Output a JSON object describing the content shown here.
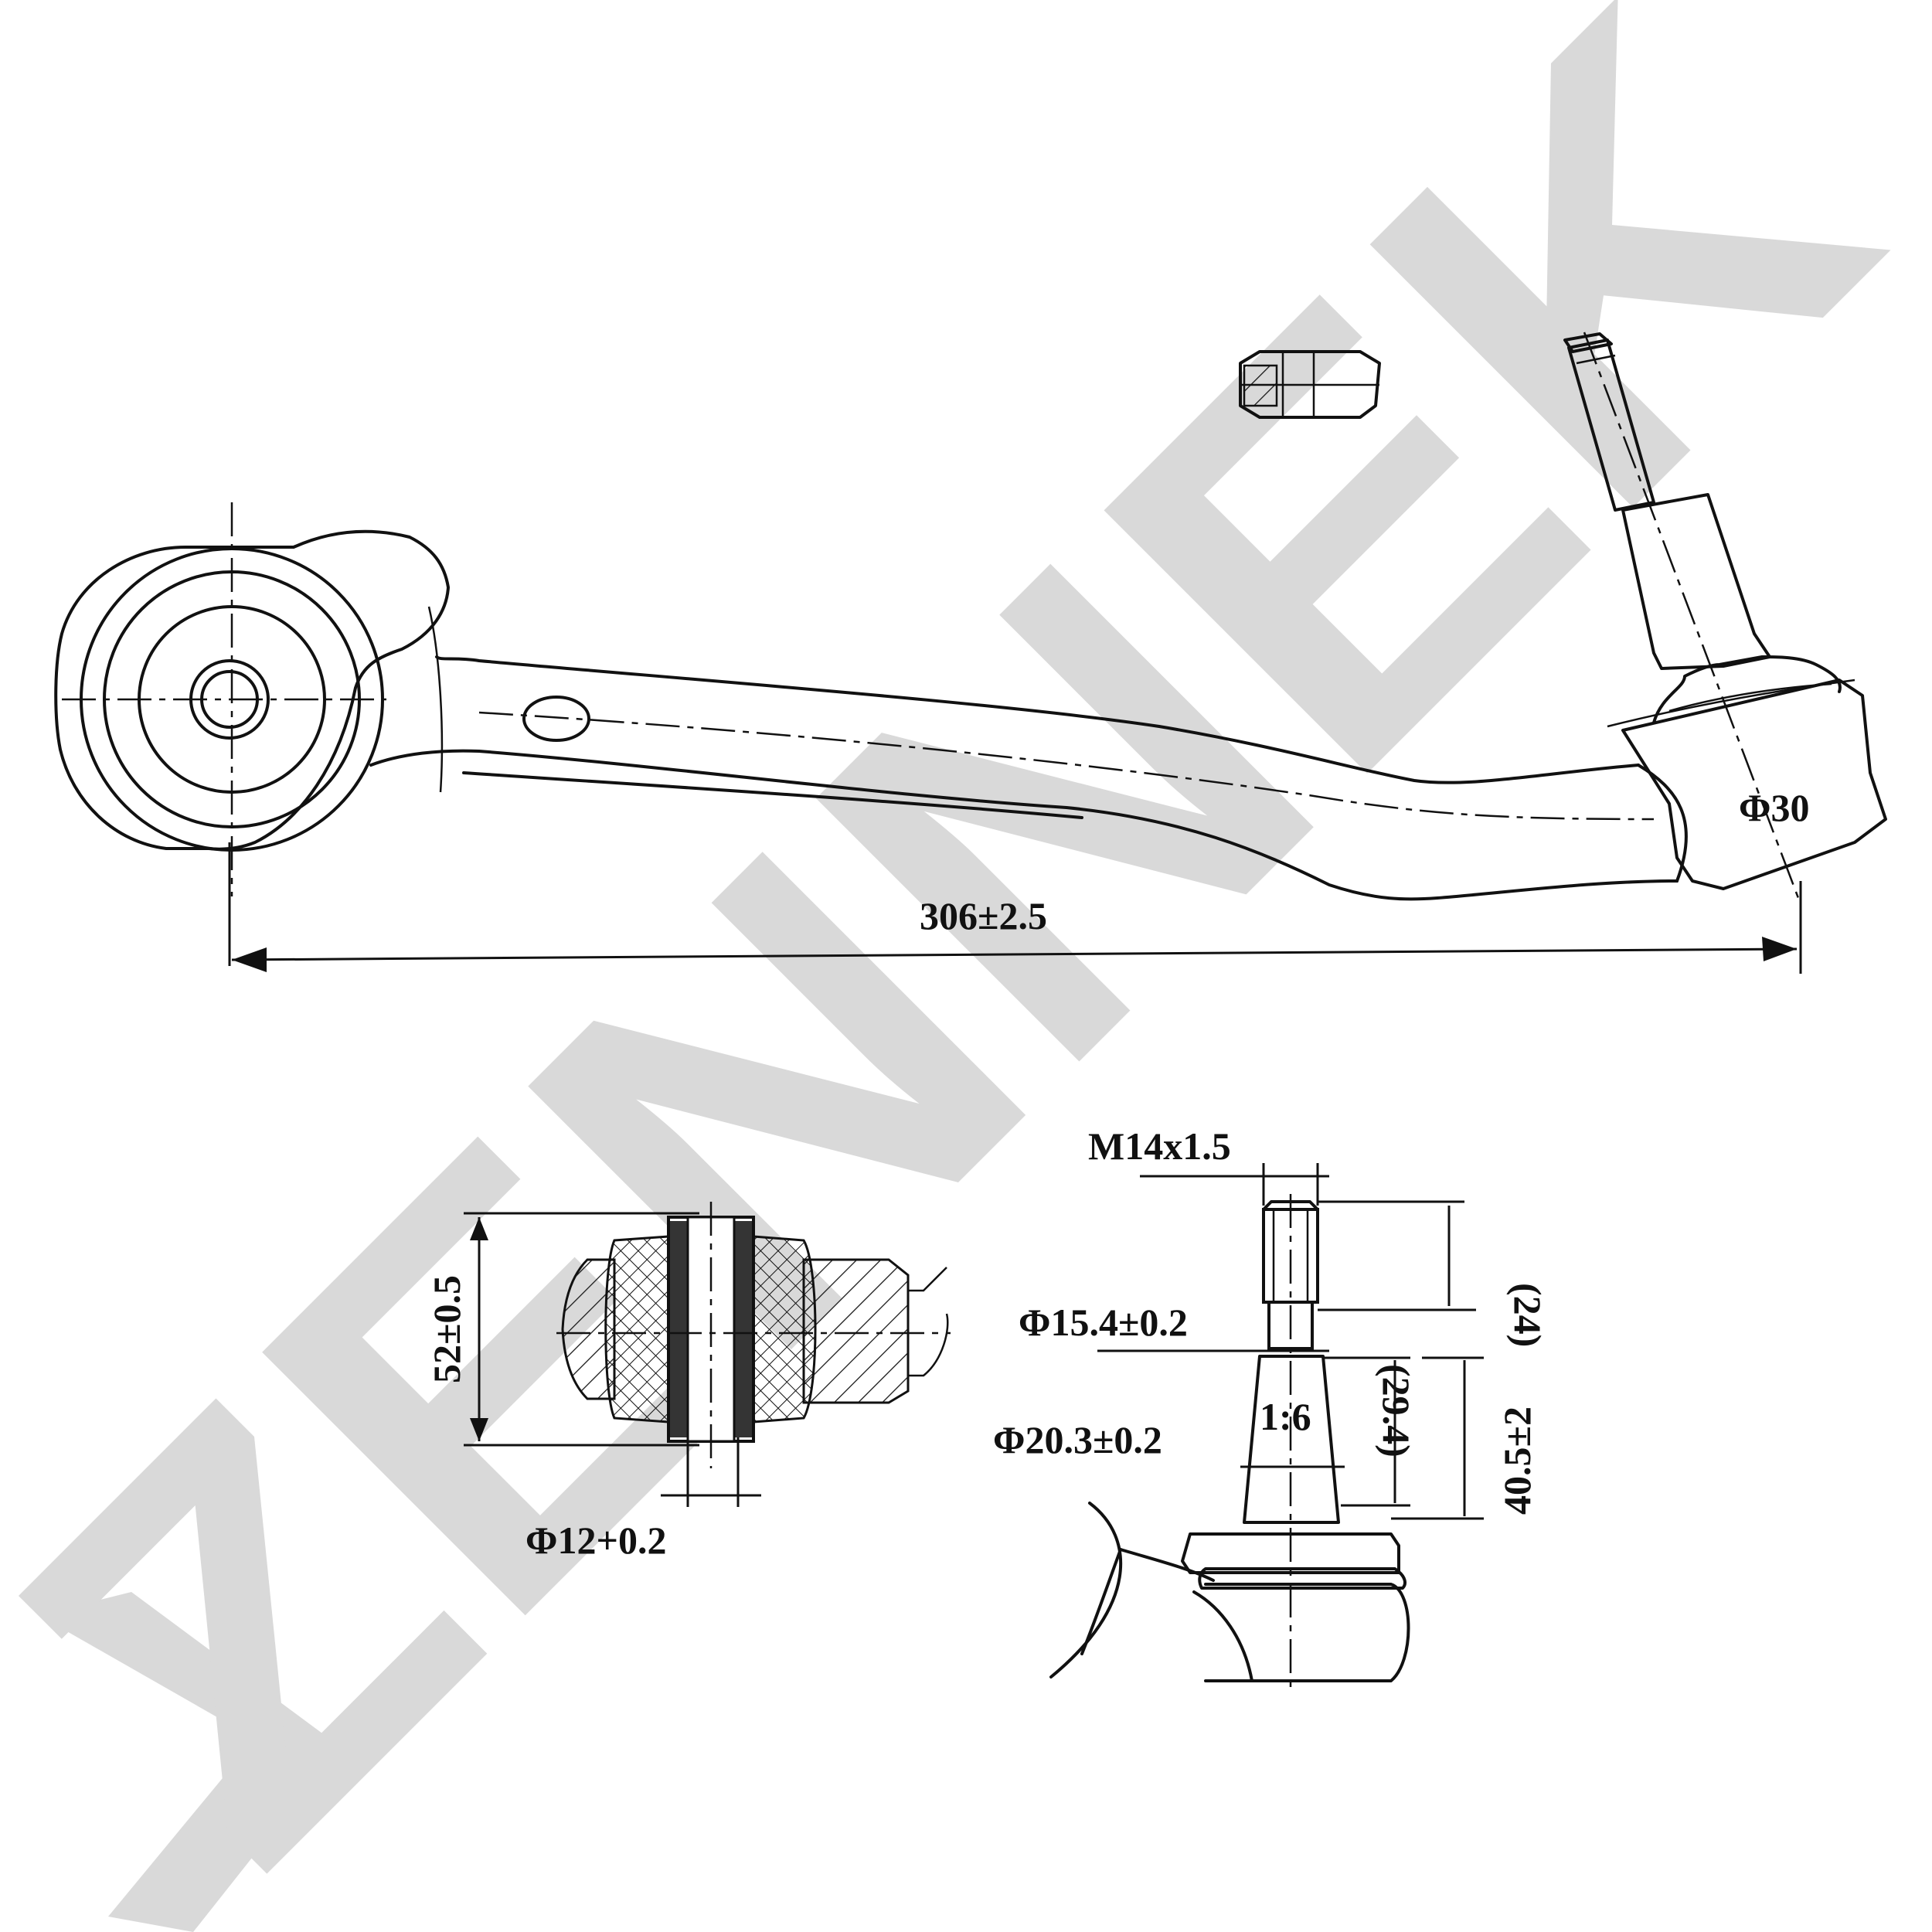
{
  "watermark": {
    "brand_letters": "ZENNEK",
    "color": "#d9d9d9"
  },
  "dimensions": {
    "overall_length": "306±2.5",
    "ball_diameter": "Φ30",
    "bushing_length": "52±0.5",
    "bushing_bore": "Φ12+0.2",
    "thread": "M14x1.5",
    "thread_length": "(24)",
    "neck_diameter": "Φ15.4±0.2",
    "taper": "1:6",
    "taper_length": "(29.4)",
    "base_diameter": "Φ20.3±0.2",
    "stud_height": "40.5±2"
  },
  "colors": {
    "line": "#111111",
    "background": "#ffffff"
  }
}
